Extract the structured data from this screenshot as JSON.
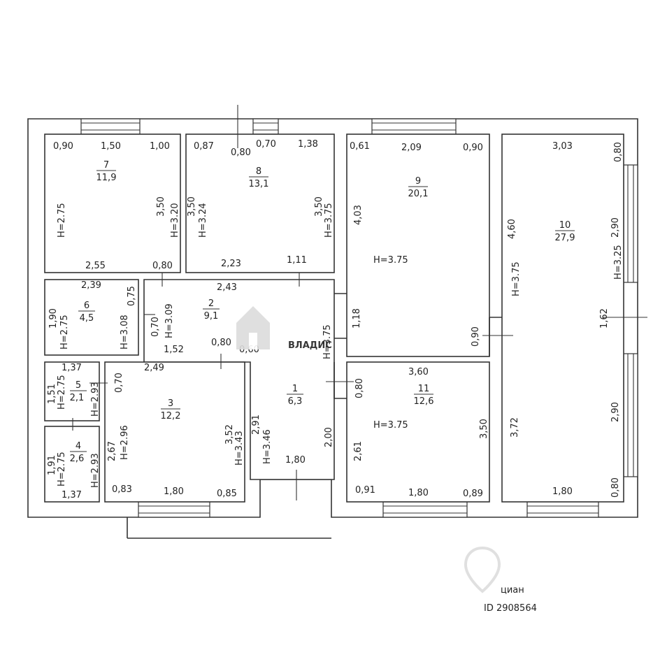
{
  "rooms": [
    {
      "no": "7",
      "area": "11,9"
    },
    {
      "no": "8",
      "area": "13,1"
    },
    {
      "no": "9",
      "area": "20,1"
    },
    {
      "no": "10",
      "area": "27,9"
    },
    {
      "no": "6",
      "area": "4,5"
    },
    {
      "no": "2",
      "area": "9,1"
    },
    {
      "no": "1",
      "area": "6,3"
    },
    {
      "no": "5",
      "area": "2,1"
    },
    {
      "no": "3",
      "area": "12,2"
    },
    {
      "no": "4",
      "area": "2,6"
    },
    {
      "no": "11",
      "area": "12,6"
    }
  ],
  "dims": {
    "r7_a": "0,90",
    "r7_b": "1,50",
    "r7_c": "1,00",
    "r7_h": "H=2.75",
    "r7_r1": "3,50",
    "r7_r2": "H=3.20",
    "r7_d": "2,55",
    "r7_e": "0,80",
    "r8_a": "0,87",
    "r8_b": "0,80",
    "r8_c": "0,70",
    "r8_d": "1,38",
    "r8_l1": "3,50",
    "r8_l2": "H=3.24",
    "r8_r1": "3,50",
    "r8_r2": "H=3.75",
    "r8_e": "2,23",
    "r8_f": "1,11",
    "r9_a": "0,61",
    "r9_b": "2,09",
    "r9_c": "0,90",
    "r9_l": "4,03",
    "r9_h": "H=3.75",
    "r9_l2": "1,18",
    "r9_r": "0,90",
    "r10_a": "3,03",
    "r10_b": "0,80",
    "r10_l1": "4,60",
    "r10_l2": "H=3.75",
    "r10_r1": "2,90",
    "r10_r2": "H=3.25",
    "r10_m": "1,62",
    "r10_l3": "3,72",
    "r10_r3": "2,90",
    "r10_d": "1,80",
    "r10_e": "0,80",
    "r6_a": "2,39",
    "r6_b": "0,75",
    "r6_l1": "1,90",
    "r6_l2": "H=2.75",
    "r6_r": "H=3.08",
    "r2_a": "2,43",
    "r2_l1": "0,70",
    "r2_l2": "H=3.09",
    "r2_b": "1,52",
    "r2_c": "0,80",
    "r2_d": "0,60",
    "r2_r": "H=3.75",
    "r1_a": "0,80",
    "r1_l1": "2,91",
    "r1_l2": "H=3.46",
    "r1_r": "2,00",
    "r1_b": "1,80",
    "r5_a": "1,37",
    "r5_l1": "1,51",
    "r5_l2": "H=2.75",
    "r5_r": "H=2.93",
    "r3_a": "0,70",
    "r3_b": "2,49",
    "r3_l1": "2,67",
    "r3_l2": "H=2.96",
    "r3_r1": "3,52",
    "r3_r2": "H=3.43",
    "r3_c": "0,83",
    "r3_d": "1,80",
    "r3_e": "0,85",
    "r4_l1": "1,91",
    "r4_l2": "H=2.75",
    "r4_r": "H=2.93",
    "r4_a": "1,37",
    "r11_a": "3,60",
    "r11_h": "H=3.75",
    "r11_l": "2,61",
    "r11_r": "3,50",
    "r11_b": "0,91",
    "r11_c": "1,80",
    "r11_d": "0,89"
  },
  "watermark": {
    "brand": "ВЛАДИС",
    "cian": "циан",
    "cian_id": "ID 2908564"
  }
}
